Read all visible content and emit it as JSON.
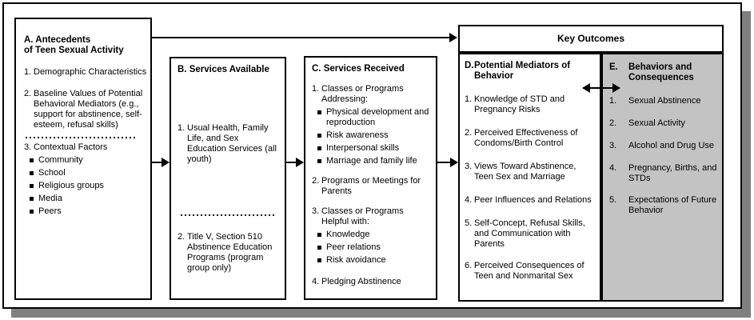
{
  "colors": {
    "border": "#000000",
    "background": "#ffffff",
    "box_e_fill": "#c3c3c3",
    "shadow": "#808080"
  },
  "key_outcomes_label": "Key Outcomes",
  "boxes": {
    "a": {
      "title1": "A.  Antecedents",
      "title2": "of Teen Sexual Activity",
      "items": [
        {
          "num": "1.",
          "text": "Demographic Characteristics"
        },
        {
          "num": "2.",
          "text": "Baseline Values of Potential Behavioral Mediators (e.g., support for abstinence, self-esteem, refusal skills)"
        },
        {
          "num": "3.",
          "text": "Contextual Factors",
          "bullets": [
            "Community",
            "School",
            "Religious groups",
            "Media",
            "Peers"
          ]
        }
      ]
    },
    "b": {
      "title": "B. Services Available",
      "items": [
        {
          "num": "1.",
          "text": "Usual Health, Family Life, and Sex Education Services (all youth)"
        },
        {
          "num": "2.",
          "text": "Title V, Section 510 Abstinence Education Programs (program group only)"
        }
      ]
    },
    "c": {
      "title": "C. Services Received",
      "items": [
        {
          "num": "1.",
          "text": "Classes or Programs Addressing:",
          "bullets": [
            "Physical development and reproduction",
            "Risk awareness",
            "Interpersonal skills",
            "Marriage and family life"
          ]
        },
        {
          "num": "2.",
          "text": "Programs or Meetings for Parents"
        },
        {
          "num": "3.",
          "text": "Classes or Programs Helpful with:",
          "bullets": [
            "Knowledge",
            "Peer relations",
            "Risk avoidance"
          ]
        },
        {
          "num": "4.",
          "text": "Pledging Abstinence"
        }
      ]
    },
    "d": {
      "num": "D.",
      "title": "Potential Mediators of Behavior",
      "items": [
        {
          "num": "1.",
          "text": "Knowledge of STD and Pregnancy Risks"
        },
        {
          "num": "2.",
          "text": "Perceived Effectiveness of Condoms/Birth Control"
        },
        {
          "num": "3.",
          "text": "Views Toward Abstinence, Teen Sex and Marriage"
        },
        {
          "num": "4.",
          "text": "Peer Influences and Relations"
        },
        {
          "num": "5.",
          "text": "Self-Concept, Refusal Skills, and Communication with Parents"
        },
        {
          "num": "6.",
          "text": "Perceived Consequences of Teen and Nonmarital Sex"
        }
      ]
    },
    "e": {
      "num": "E.",
      "title": "Behaviors and Consequences",
      "items": [
        {
          "num": "1.",
          "text": "Sexual Abstinence"
        },
        {
          "num": "2.",
          "text": "Sexual Activity"
        },
        {
          "num": "3.",
          "text": "Alcohol and Drug Use"
        },
        {
          "num": "4.",
          "text": "Pregnancy, Births, and STDs"
        },
        {
          "num": "5.",
          "text": "Expectations of Future Behavior"
        }
      ]
    }
  }
}
